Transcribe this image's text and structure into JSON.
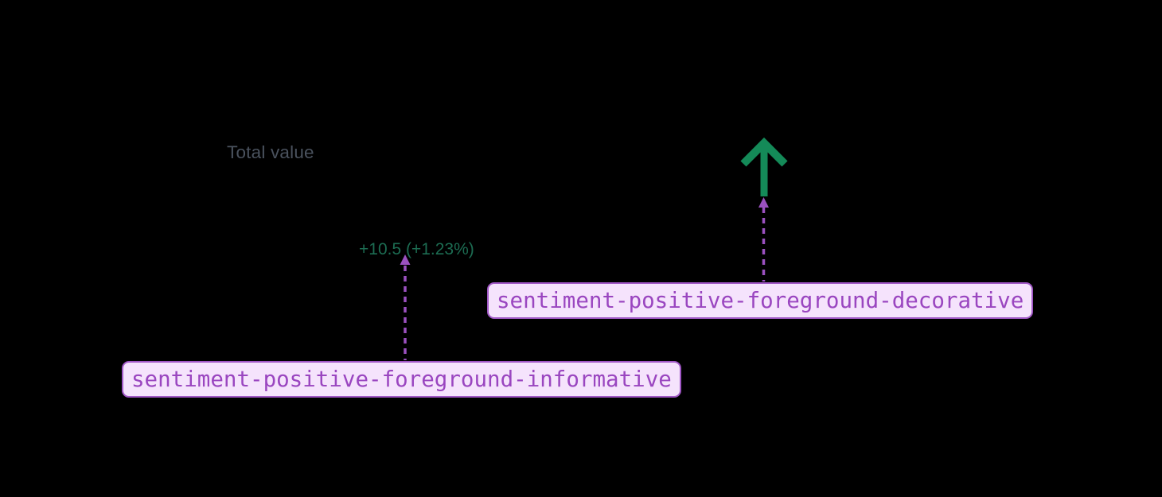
{
  "preview": {
    "title": "Total value",
    "change_text": "+10.5 (+1.23%)",
    "arrow_icon": "arrow-up-icon"
  },
  "annotations": {
    "informative": {
      "token": "sentiment-positive-foreground-informative"
    },
    "decorative": {
      "token": "sentiment-positive-foreground-decorative"
    }
  },
  "colors": {
    "background": "#000000",
    "title_text": "#4a525e",
    "positive_informative_text": "#1c6c52",
    "positive_decorative_arrow": "#148a58",
    "annotation_purple": "#9b51c0",
    "annotation_box_bg": "#f5e3fc",
    "annotation_box_border": "#a158c6",
    "annotation_box_text": "#9a46c0"
  }
}
